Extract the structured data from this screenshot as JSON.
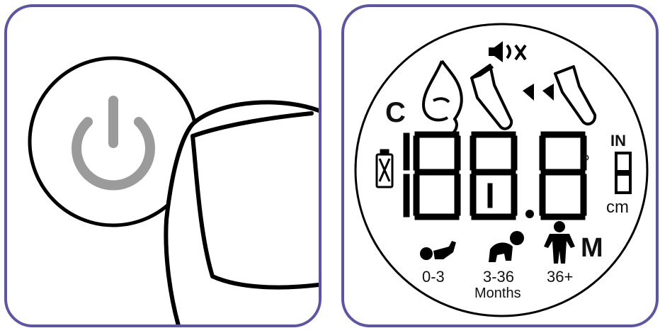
{
  "power_panel": {
    "icon": "power-icon",
    "icon_color": "#9b9b9b",
    "border_color": "#5b55a8"
  },
  "lcd_panel": {
    "celsius_label": "C",
    "digits": "188.8",
    "degree_symbol": "°",
    "unit_top": "IN",
    "unit_bottom": "cm",
    "memory_label": "M",
    "age_groups": [
      {
        "range": "0-3",
        "icon": "baby-lying-icon"
      },
      {
        "range": "3-36",
        "icon": "crawling-baby-icon"
      },
      {
        "range": "36+",
        "icon": "standing-child-icon"
      }
    ],
    "months_label": "Months",
    "icons": [
      "mute-icon",
      "face-drop-icon",
      "thermometer-left-icon",
      "arrow-left-icons",
      "thermometer-right-icon",
      "battery-icon"
    ],
    "border_color": "#5b55a8"
  }
}
